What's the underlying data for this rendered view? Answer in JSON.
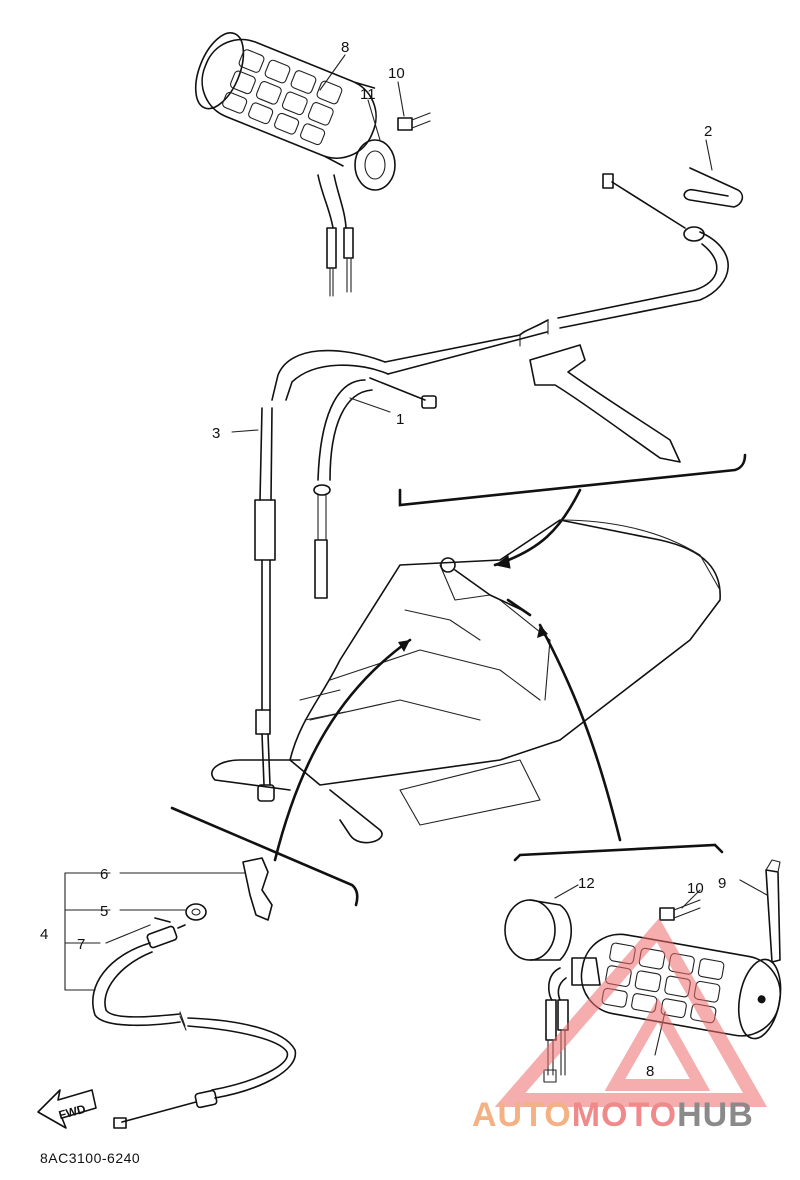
{
  "callouts": {
    "c8_top": "8",
    "c10_top": "10",
    "c11": "11",
    "c2": "2",
    "c1": "1",
    "c3": "3",
    "c6": "6",
    "c5": "5",
    "c4": "4",
    "c7": "7",
    "c12": "12",
    "c10_bot": "10",
    "c9": "9",
    "c8_bot": "8"
  },
  "direction_label": "FWD",
  "part_code": "8AC3100-6240",
  "watermark": {
    "part1": "AUTO",
    "part2": "MOTO",
    "part3": "HUB"
  },
  "colors": {
    "line": "#111111",
    "watermark_orange": "#f4b183",
    "watermark_red": "#f08a8a",
    "watermark_gray": "#8a8a8a"
  }
}
